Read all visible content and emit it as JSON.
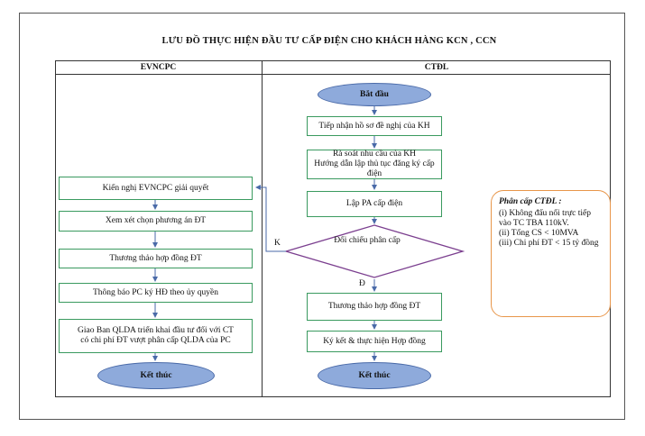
{
  "title": "LƯU ĐỒ THỰC HIỆN ĐẦU TƯ CẤP ĐIỆN CHO KHÁCH HÀNG KCN , CCN",
  "lanes": {
    "left": "EVNCPC",
    "right": "CTĐL"
  },
  "ctdl": {
    "start": "Bắt đầu",
    "receive": "Tiếp nhận hồ sơ đề nghị của KH",
    "review_line1": "Rà soát nhu cầu của KH",
    "review_line2": "Hướng dẫn lập thủ tục đăng ký cấp điện",
    "plan": "Lập PA cấp điện",
    "decision": "Đối chiếu phân cấp",
    "negotiate": "Thương thảo hợp đồng ĐT",
    "sign": "Ký kết & thực hiện Hợp đồng",
    "end": "Kết thúc"
  },
  "evncpc": {
    "propose": "Kiến nghị EVNCPC giải quyết",
    "consider": "Xem xét chọn phương án ĐT",
    "negotiate": "Thương thảo hợp đồng ĐT",
    "notify": "Thông báo PC ký HĐ theo ủy quyền",
    "assign_line1": "Giao Ban QLDA triển khai đầu tư đối với CT",
    "assign_line2": "có chi phí ĐT vượt phân cấp QLDA của PC",
    "end": "Kết thúc"
  },
  "edge_labels": {
    "no": "K",
    "yes": "Đ"
  },
  "note": {
    "title": "Phân cấp CTĐL :",
    "lines": [
      "(i) Không đấu nối trực tiếp vào TC TBA 110kV.",
      "(ii) Tổng CS < 10MVA",
      "(iii) Chi phí ĐT < 15 tỷ đồng"
    ]
  },
  "colors": {
    "box_border": "#3a9a5f",
    "oval_fill": "#8eaadb",
    "decision_border": "#7b3f8f",
    "arrow": "#4a6aa8",
    "note_border": "#e8964a"
  }
}
